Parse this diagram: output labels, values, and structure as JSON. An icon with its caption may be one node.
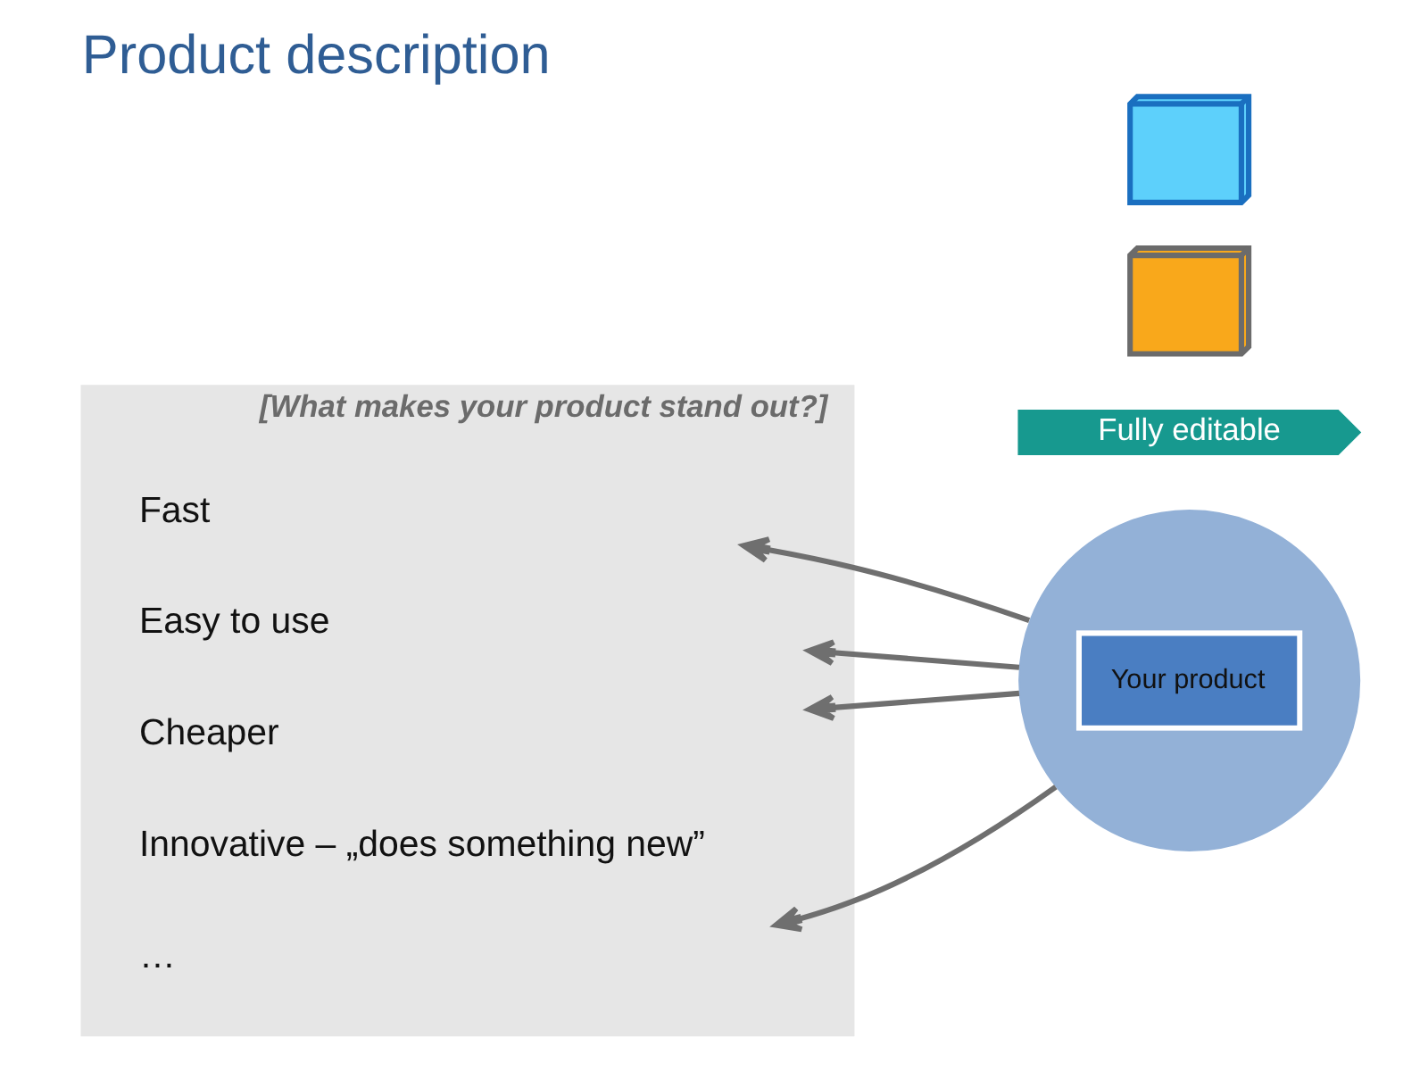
{
  "diagram": {
    "title": "Product description",
    "nodes": [
      {
        "text": [
          "[What makes your product stand out?]"
        ]
      },
      {
        "text": [
          "Fast"
        ],
        "in": 0
      },
      {
        "text": [
          "Easy to use"
        ],
        "in": 0
      },
      {
        "text": [
          "Cheaper"
        ],
        "in": 0
      },
      {
        "text": [
          "Innovative – „does something new”"
        ],
        "in": 0
      },
      {
        "text": [
          "…"
        ],
        "in": 0
      },
      {
        "text": [
          "Your product"
        ]
      },
      {
        "text": [
          "Fully editable"
        ]
      },
      {
        "text": [],
        "shape": "cube"
      },
      {
        "text": [],
        "shape": "cube"
      }
    ],
    "edges": [
      {
        "from": 6,
        "to": 1,
        "arrow": "to"
      },
      {
        "from": 6,
        "to": 2,
        "arrow": "to"
      },
      {
        "from": 6,
        "to": 3,
        "arrow": "to"
      },
      {
        "from": 6,
        "to": 5,
        "arrow": "to"
      }
    ]
  }
}
